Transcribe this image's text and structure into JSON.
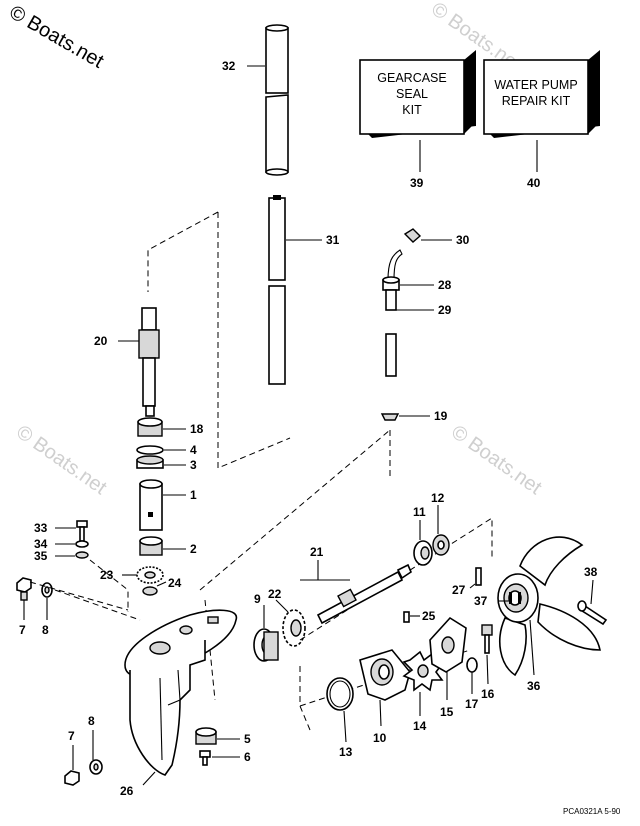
{
  "watermark": {
    "main": "© Boats.net",
    "faint": "© Boats.net"
  },
  "kits": {
    "gearcase_seal": [
      "GEARCASE",
      "SEAL",
      "KIT"
    ],
    "water_pump_repair": [
      "WATER PUMP",
      "REPAIR KIT"
    ]
  },
  "callouts": {
    "c1": "1",
    "c2": "2",
    "c3": "3",
    "c4": "4",
    "c5": "5",
    "c6": "6",
    "c7a": "7",
    "c7b": "7",
    "c8a": "8",
    "c8b": "8",
    "c9": "9",
    "c10": "10",
    "c11": "11",
    "c12": "12",
    "c13": "13",
    "c14": "14",
    "c15": "15",
    "c16": "16",
    "c17": "17",
    "c18": "18",
    "c19": "19",
    "c20": "20",
    "c21": "21",
    "c22": "22",
    "c23": "23",
    "c24": "24",
    "c25": "25",
    "c26": "26",
    "c27": "27",
    "c28": "28",
    "c29": "29",
    "c30": "30",
    "c31": "31",
    "c32": "32",
    "c33": "33",
    "c34": "34",
    "c35": "35",
    "c36": "36",
    "c37": "37",
    "c38": "38",
    "c39": "39",
    "c40": "40"
  },
  "footer": {
    "drawing_code": "PCA0321A  5-90"
  }
}
